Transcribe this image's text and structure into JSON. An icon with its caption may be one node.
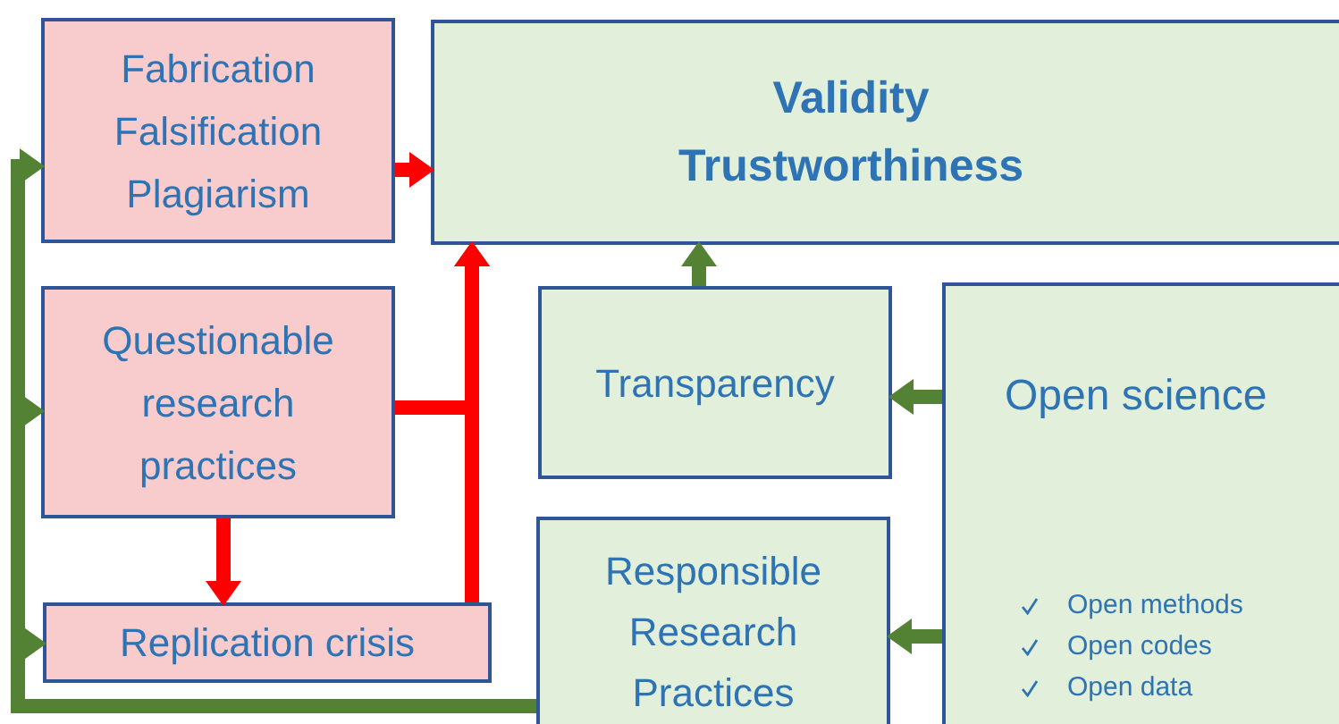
{
  "diagram": {
    "nodes": [
      {
        "text": [
          "Fabrication Falsification Plagiarism"
        ]
      },
      {
        "text": [
          "Validity Trustworthiness"
        ]
      },
      {
        "text": [
          "Questionable research practices"
        ]
      },
      {
        "text": [
          "Replication crisis"
        ]
      },
      {
        "text": [
          "Transparency"
        ]
      },
      {
        "text": [
          "Responsible Research Practices"
        ]
      },
      {
        "text": [
          "Open science",
          "Open methods",
          "Open codes",
          "Open data"
        ]
      }
    ],
    "edges": [
      {
        "from": 0,
        "to": 1,
        "arrow": "to",
        "color": "#ff0000"
      },
      {
        "from": 2,
        "to": 1,
        "arrow": "to",
        "color": "#ff0000"
      },
      {
        "from": 3,
        "to": 1,
        "arrow": "to",
        "color": "#ff0000"
      },
      {
        "from": 2,
        "to": 3,
        "arrow": "to",
        "color": "#ff0000"
      },
      {
        "from": 4,
        "to": 1,
        "arrow": "to",
        "color": "#548235"
      },
      {
        "from": 6,
        "to": 4,
        "arrow": "to",
        "color": "#548235"
      },
      {
        "from": 6,
        "to": 5,
        "arrow": "to",
        "color": "#548235"
      },
      {
        "from": 5,
        "to": 0,
        "arrow": "to",
        "color": "#548235"
      },
      {
        "from": 5,
        "to": 2,
        "arrow": "to",
        "color": "#548235"
      },
      {
        "from": 5,
        "to": 3,
        "arrow": "to",
        "color": "#548235"
      }
    ]
  }
}
